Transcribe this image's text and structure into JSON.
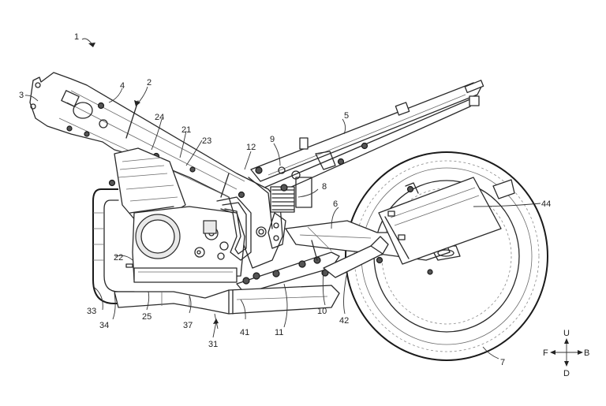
{
  "figure": {
    "title": "Motorcycle side view patent drawing",
    "ink_color": "#2a2a2a",
    "background": "#ffffff"
  },
  "reference_numerals": {
    "vehicle": "1",
    "body_frame": "2",
    "head_pipe": "3",
    "main_frame": "4",
    "seat_rail": "5",
    "swing_arm": "6",
    "rear_wheel": "7",
    "rear_shock": "8",
    "link_9": "9",
    "link_10": "10",
    "link_11": "11",
    "pivot_12": "12",
    "engine": "21",
    "crankcase": "22",
    "cylinder": "23",
    "cylinder_head": "24",
    "oil_pan": "25",
    "exhaust_system": "31",
    "exhaust_pipe_33": "33",
    "exhaust_pipe_34": "34",
    "catalyst_37": "37",
    "chamber_41": "41",
    "connecting_pipe_42": "42",
    "muffler": "44"
  },
  "direction_indicator": {
    "up": "U",
    "down": "D",
    "front": "F",
    "back": "B"
  }
}
